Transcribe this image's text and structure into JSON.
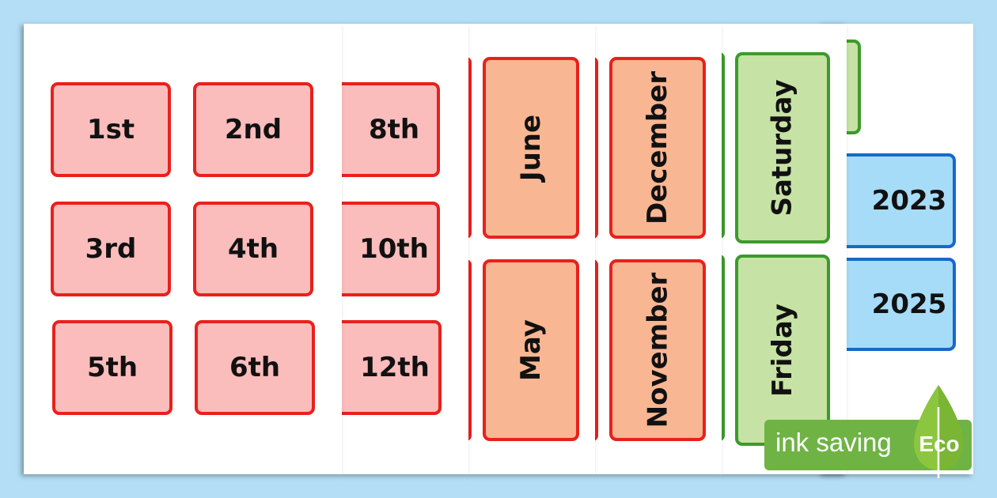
{
  "sheets": {
    "ordinals": [
      "1st",
      "2nd",
      "3rd",
      "4th",
      "5th",
      "6th"
    ],
    "ordinals_back": [
      "8th",
      "10th",
      "12th"
    ],
    "months_a": [
      "June",
      "May"
    ],
    "months_b": [
      "December",
      "November"
    ],
    "days": [
      "Saturday",
      "Friday"
    ],
    "years": [
      "2023",
      "2025"
    ]
  },
  "badge": {
    "text": "ink saving",
    "eco": "Eco"
  },
  "colors": {
    "background": "#b3def5",
    "red_fill": "#fbbcbc",
    "red_border": "#e8211c",
    "orange_fill": "#f9b692",
    "green_fill": "#c6e2a4",
    "green_border": "#3d9a2c",
    "blue_fill": "#a7dcf8",
    "blue_border": "#1769c9",
    "badge": "#6fb345"
  }
}
